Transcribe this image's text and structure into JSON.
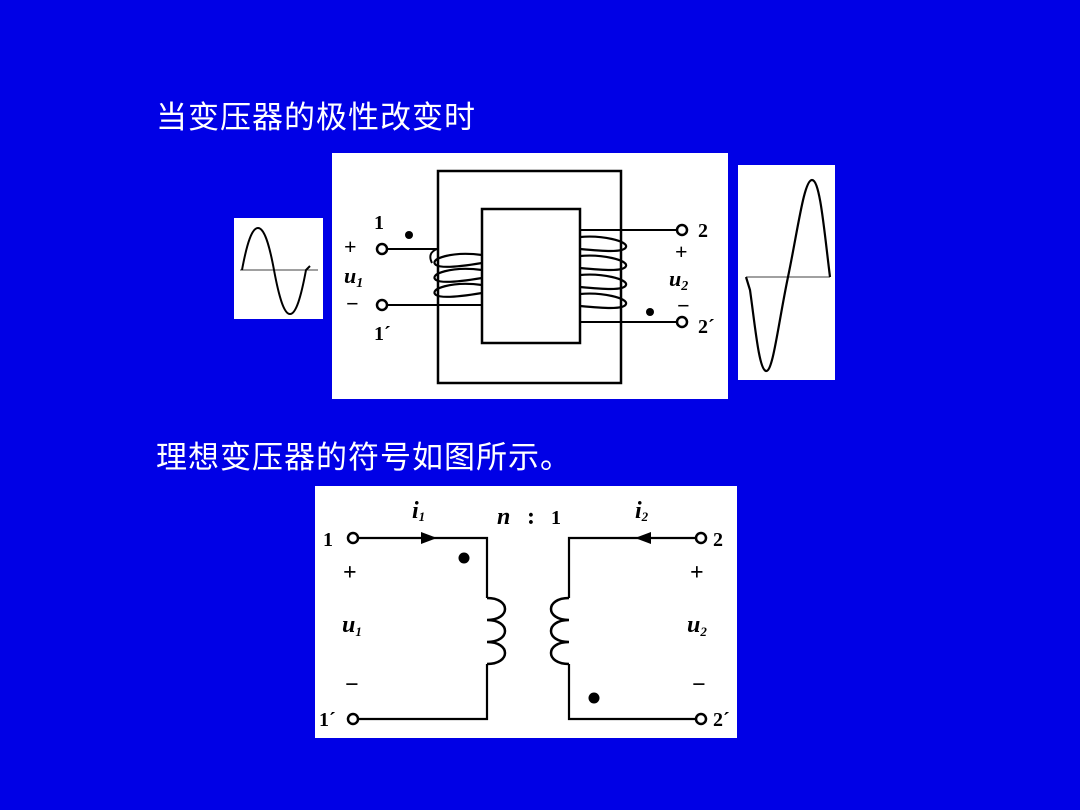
{
  "heading_polarity": "当变压器的极性改变时",
  "heading_symbol": "理想变压器的符号如图所示。",
  "colors": {
    "background": "#0000e6",
    "panel": "#ffffff",
    "ink": "#000000"
  },
  "transformer_figure": {
    "terminal_1": "1",
    "terminal_1p": "1´",
    "terminal_2": "2",
    "terminal_2p": "2´",
    "plus": "+",
    "minus": "−",
    "u1_var": "u",
    "u1_sub": "1",
    "u2_var": "u",
    "u2_sub": "2"
  },
  "symbol_figure": {
    "terminal_1": "1",
    "terminal_1p": "1´",
    "terminal_2": "2",
    "terminal_2p": "2´",
    "plus": "+",
    "minus": "−",
    "i1_var": "i",
    "i1_sub": "1",
    "i2_var": "i",
    "i2_sub": "2",
    "u1_var": "u",
    "u1_sub": "1",
    "u2_var": "u",
    "u2_sub": "2",
    "ratio_n": "n",
    "ratio_colon": ":",
    "ratio_one": "1"
  }
}
